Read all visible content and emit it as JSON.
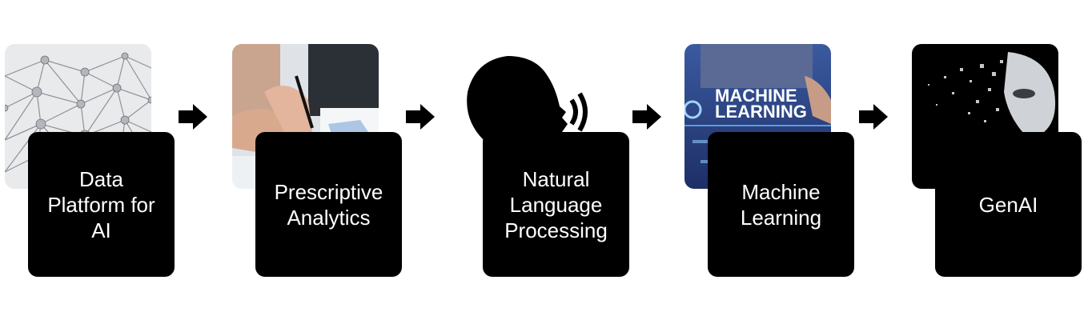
{
  "steps": [
    {
      "label": "Data\nPlatform for\nAI",
      "image": "network-nodes-photo"
    },
    {
      "label": "Prescriptive\nAnalytics",
      "image": "hands-writing-photo"
    },
    {
      "label": "Natural\nLanguage\nProcessing",
      "image": "speaking-head-silhouette"
    },
    {
      "label": "Machine\nLearning",
      "image": "machine-learning-photo"
    },
    {
      "label": "GenAI",
      "image": "digital-face-photo"
    }
  ],
  "photo_text": {
    "ml_banner": [
      "MACHINE",
      "LEARNING"
    ]
  },
  "colors": {
    "card_bg": "#000000",
    "card_text": "#ffffff",
    "arrow": "#000000",
    "background": "#ffffff"
  }
}
